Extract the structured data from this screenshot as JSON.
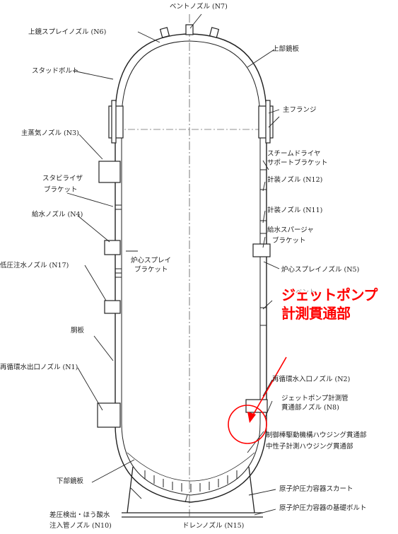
{
  "labels": {
    "vent_nozzle": "ベントノズル (N7)",
    "top_head_spray_nozzle": "上鏡スプレイノズル (N6)",
    "top_head": "上部鏡板",
    "stud_bolt": "スタッドボルト",
    "main_flange": "主フランジ",
    "main_steam_nozzle": "主蒸気ノズル (N3)",
    "steam_dryer_support_line1": "スチームドライヤ",
    "steam_dryer_support_line2": "サポートブラケット",
    "stabilizer_bracket_line1": "スタビライザ",
    "stabilizer_bracket_line2": "ブラケット",
    "instrument_nozzle_n12": "計装ノズル (N12)",
    "instrument_nozzle_n11": "計装ノズル (N11)",
    "feedwater_nozzle": "給水ノズル (N4)",
    "feedwater_sparger_line1": "給水スパージャ",
    "feedwater_sparger_line2": "ブラケット",
    "core_spray_nozzle": "炉心スプレイノズル (N5)",
    "core_spray_bracket_line1": "炉心スプレイ",
    "core_spray_bracket_line2": "ブラケット",
    "lpci_nozzle": "低圧注水ノズル (N17)",
    "shell_plate": "胴板",
    "recirc_outlet_nozzle": "再循環水出口ノズル (N1)",
    "recirc_inlet_nozzle": "再循環水入口ノズル (N2)",
    "jet_pump_penetration_line1": "ジェットポンプ計測管",
    "jet_pump_penetration_line2": "貫通部ノズル (N8)",
    "crd_housing_penetration": "制御棒駆動機構ハウジング貫通部",
    "incore_housing_penetration": "中性子計測ハウジング貫通部",
    "rpv_skirt": "原子炉圧力容器スカート",
    "rpv_foundation_bolt": "原子炉圧力容器の基礎ボルト",
    "bottom_head": "下部鏡板",
    "diff_pressure_nozzle_line1": "差圧検出・ほう酸水",
    "diff_pressure_nozzle_line2": "注入管ノズル (N10)",
    "drain_nozzle": "ドレンノズル (N15)",
    "hidden_partial_label": "ベント"
  },
  "callout": {
    "line1": "ジェットポンプ",
    "line2": "計測貫通部",
    "color": "#ff0000"
  },
  "colors": {
    "line": "#222222",
    "highlight": "#ff0000"
  }
}
